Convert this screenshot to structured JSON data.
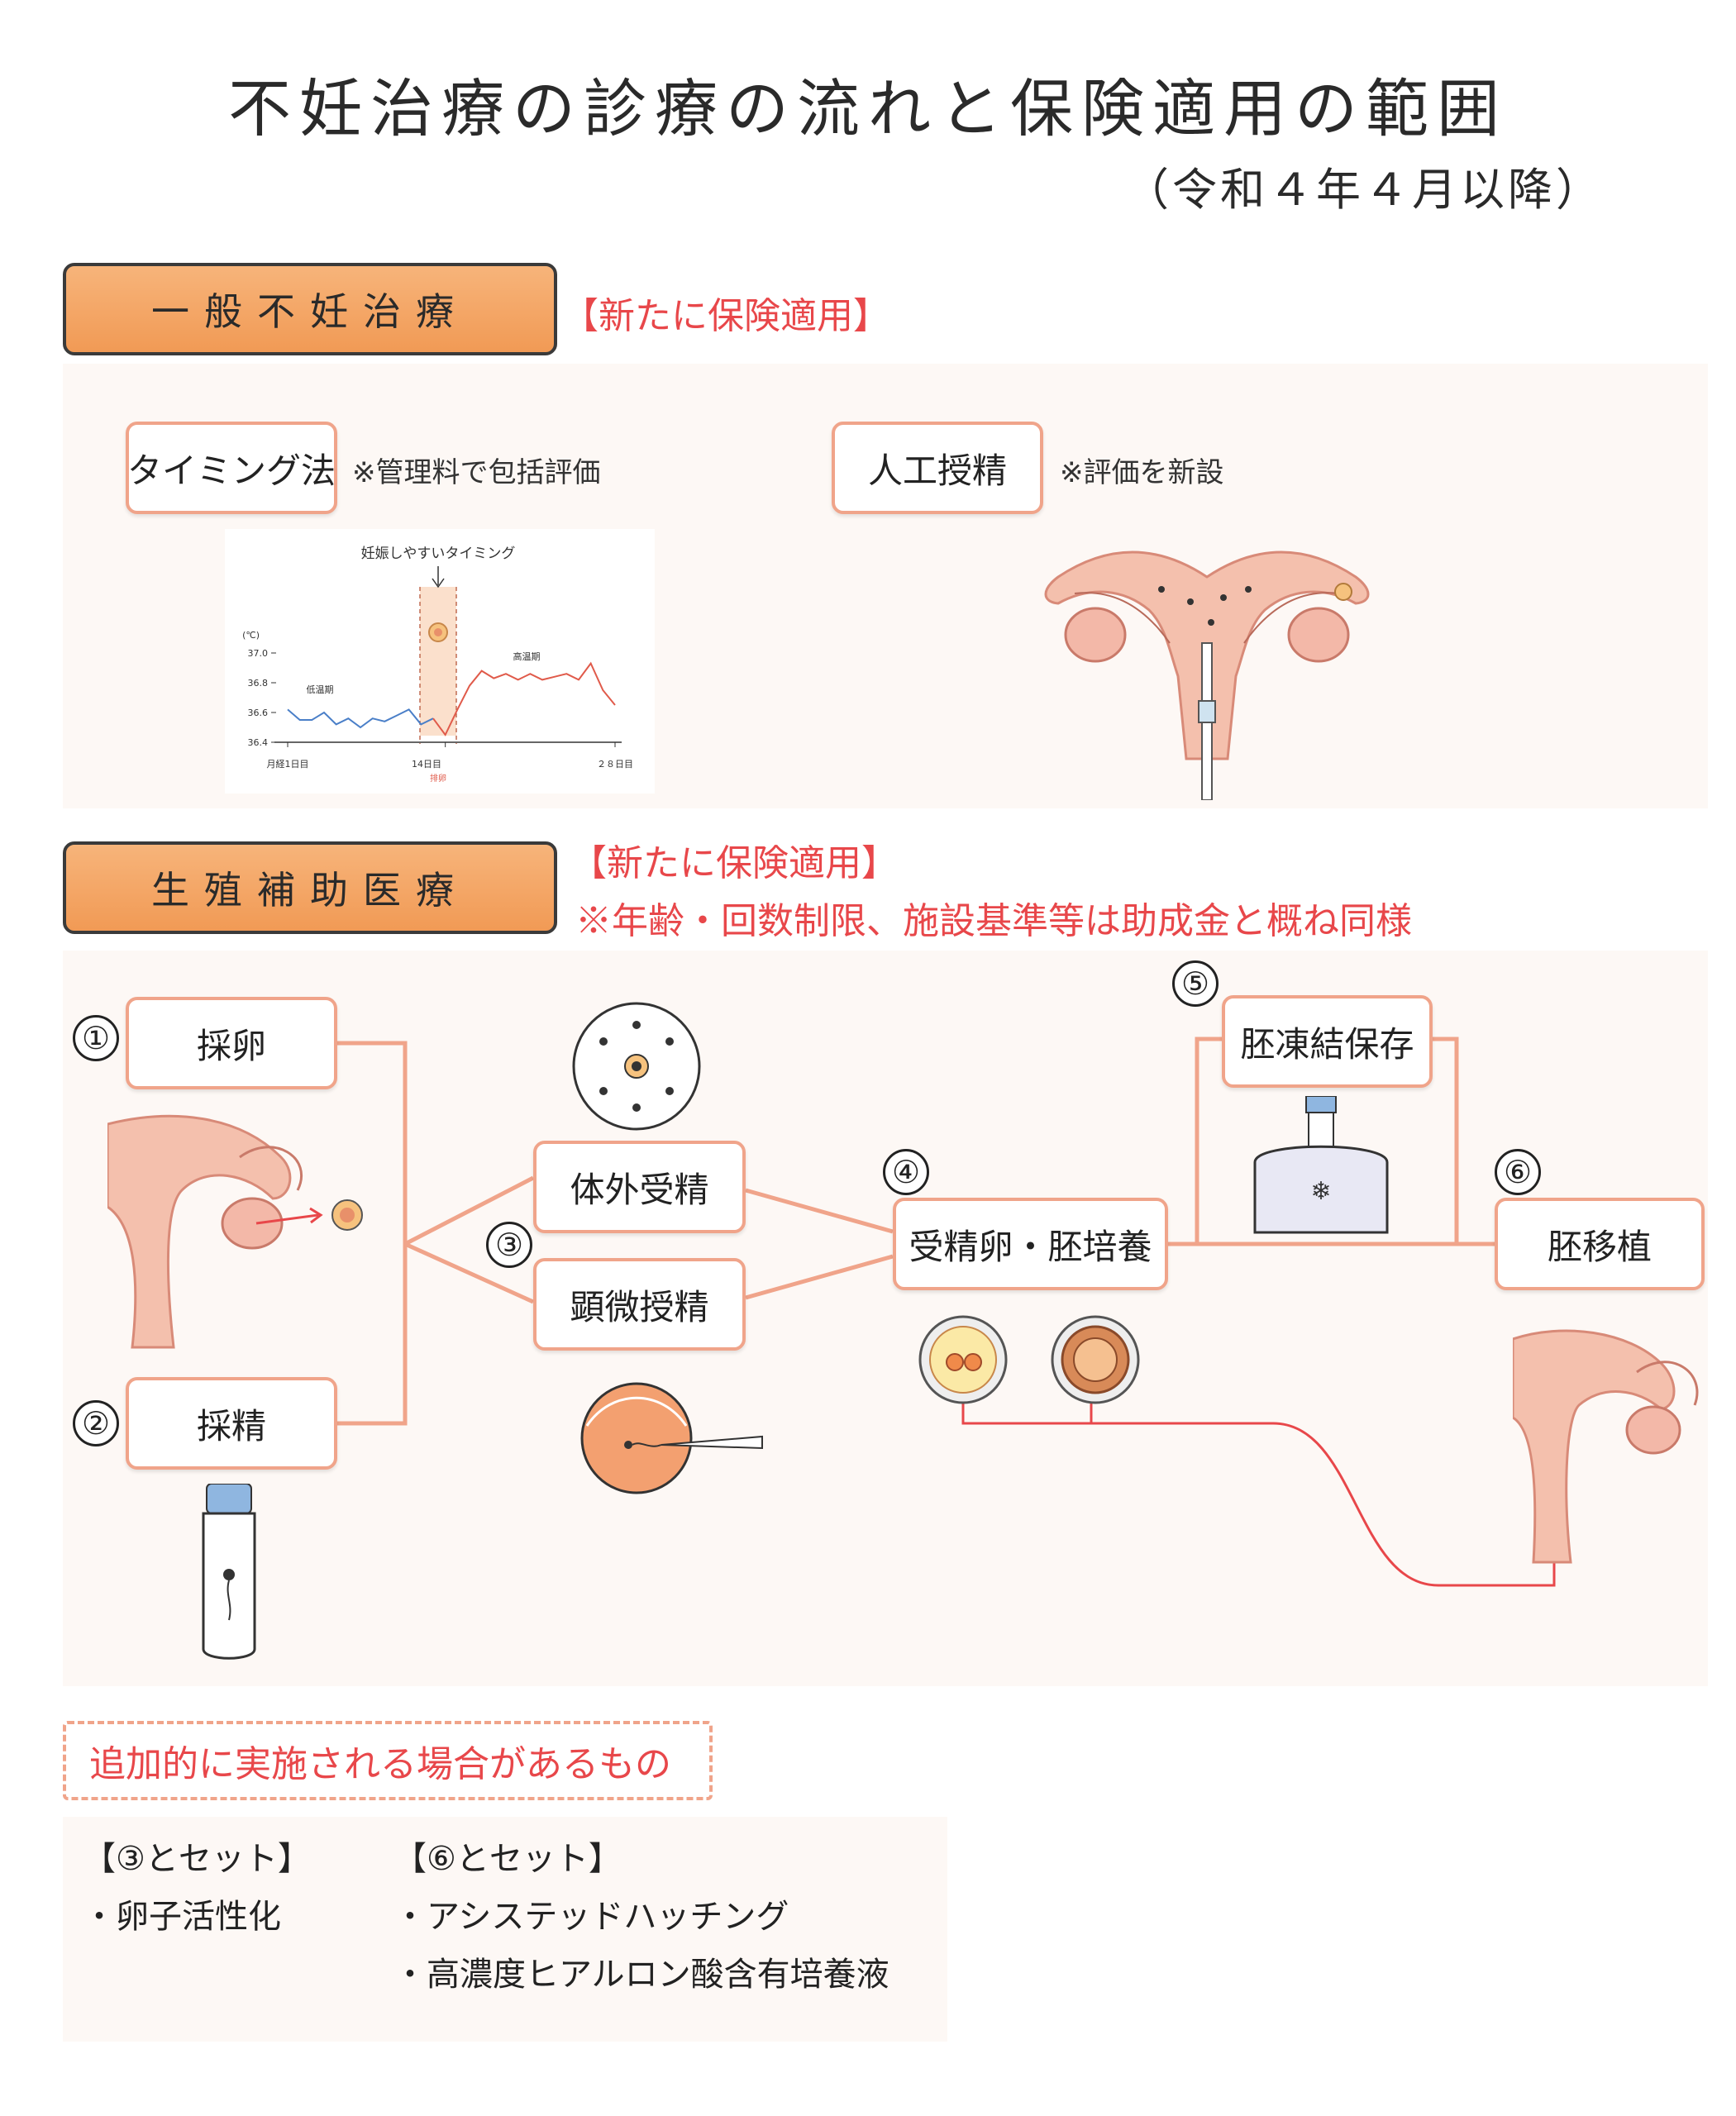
{
  "title": "不妊治療の診療の流れと保険適用の範囲",
  "subtitle": "（令和４年４月以降）",
  "general": {
    "label": "一般不妊治療",
    "note": "【新たに保険適用】",
    "timing": {
      "label": "タイミング法",
      "note": "※管理料で包括評価"
    },
    "insemination": {
      "label": "人工授精",
      "note": "※評価を新設"
    },
    "chart": {
      "annotation": "妊娠しやすいタイミング",
      "unit": "(℃)",
      "y_ticks": [
        "37.0",
        "36.8",
        "36.6",
        "36.4"
      ],
      "low_phase": "低温期",
      "high_phase": "高温期",
      "x_start": "月経1日目",
      "x_mid": "14日目",
      "x_end": "２８日目",
      "ovulation": "排卵"
    }
  },
  "art": {
    "label": "生殖補助医療",
    "note1": "【新たに保険適用】",
    "note2": "※年齢・回数制限、施設基準等は助成金と概ね同様",
    "steps": {
      "egg": {
        "num": "①",
        "label": "採卵"
      },
      "sperm": {
        "num": "②",
        "label": "採精"
      },
      "fert_num": "③",
      "ivf": {
        "label": "体外受精"
      },
      "icsi": {
        "label": "顕微授精"
      },
      "culture": {
        "num": "④",
        "label": "受精卵・胚培養"
      },
      "freeze": {
        "num": "⑤",
        "label": "胚凍結保存"
      },
      "transfer": {
        "num": "⑥",
        "label": "胚移植"
      }
    }
  },
  "additional": {
    "label": "追加的に実施される場合があるもの",
    "col1": {
      "header": "【③とセット】",
      "items": [
        "・卵子活性化"
      ]
    },
    "col2": {
      "header": "【⑥とセット】",
      "items": [
        "・アシステッドハッチング",
        "・高濃度ヒアルロン酸含有培養液"
      ]
    }
  },
  "chart_data": {
    "type": "line",
    "title": "",
    "xlabel": "",
    "ylabel": "(℃)",
    "ylim": [
      36.4,
      37.0
    ],
    "x_ticks": [
      "月経1日目",
      "14日目",
      "２８日目"
    ],
    "series": [
      {
        "name": "低温期",
        "color": "#4a7fc8",
        "x": [
          1,
          2,
          3,
          4,
          5,
          6,
          7,
          8,
          9,
          10,
          11,
          12,
          13
        ],
        "values": [
          36.62,
          36.55,
          36.55,
          36.6,
          36.52,
          36.56,
          36.5,
          36.56,
          36.54,
          36.58,
          36.62,
          36.52,
          36.56
        ]
      },
      {
        "name": "高温期",
        "color": "#e05a4a",
        "x": [
          13,
          14,
          15,
          16,
          17,
          18,
          19,
          20,
          21,
          22,
          23,
          24,
          25,
          26,
          27,
          28
        ],
        "values": [
          36.56,
          36.45,
          36.62,
          36.78,
          36.88,
          36.83,
          36.86,
          36.82,
          36.86,
          36.82,
          36.84,
          36.86,
          36.82,
          36.93,
          36.75,
          36.65
        ]
      }
    ]
  }
}
